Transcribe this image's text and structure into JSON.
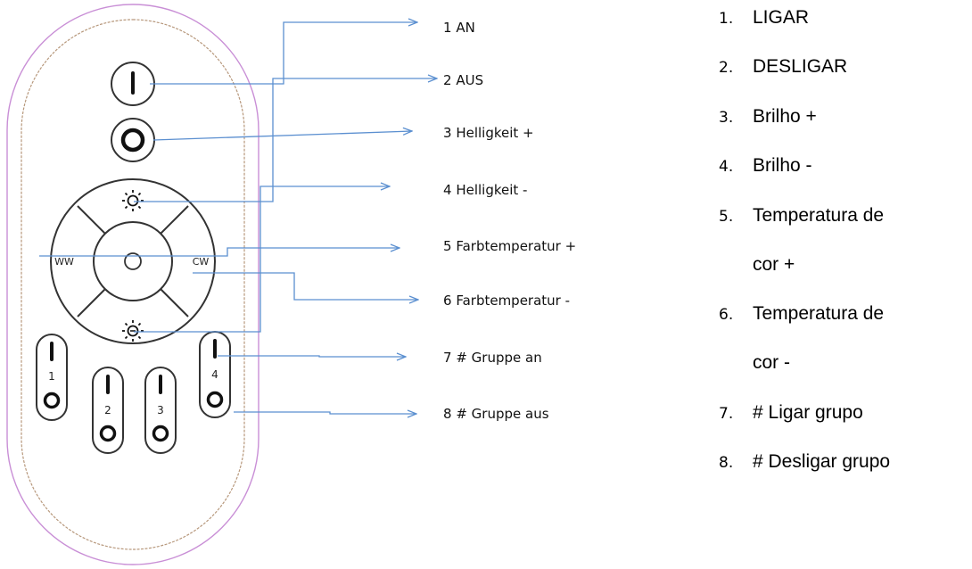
{
  "remote": {
    "side_labels": {
      "left": "WW",
      "right": "CW"
    },
    "group_numbers": [
      "1",
      "2",
      "3",
      "4"
    ]
  },
  "callouts": [
    {
      "number": "1",
      "text": "AN"
    },
    {
      "number": "2",
      "text": "AUS"
    },
    {
      "number": "3",
      "text": "Helligkeit +"
    },
    {
      "number": "4",
      "text": "Helligkeit -"
    },
    {
      "number": "5",
      "text": "Farbtemperatur +"
    },
    {
      "number": "6",
      "text": "Farbtemperatur -"
    },
    {
      "number": "7",
      "text": "# Gruppe an"
    },
    {
      "number": "8",
      "text": "# Gruppe aus"
    }
  ],
  "translations": [
    {
      "number": "1.",
      "line1": "LIGAR"
    },
    {
      "number": "2.",
      "line1": "DESLIGAR"
    },
    {
      "number": "3.",
      "line1": "Brilho +"
    },
    {
      "number": "4.",
      "line1": "Brilho -"
    },
    {
      "number": "5.",
      "line1": "Temperatura de",
      "line2": "cor +"
    },
    {
      "number": "6.",
      "line1": "Temperatura de",
      "line2": "cor -"
    },
    {
      "number": "7.",
      "line1": "# Ligar grupo"
    },
    {
      "number": "8.",
      "line1": "# Desligar grupo"
    }
  ],
  "colors": {
    "arrow": "#5b8fd0",
    "outer_outline": "#c98fd6",
    "inner_outline": "#b7987c"
  }
}
